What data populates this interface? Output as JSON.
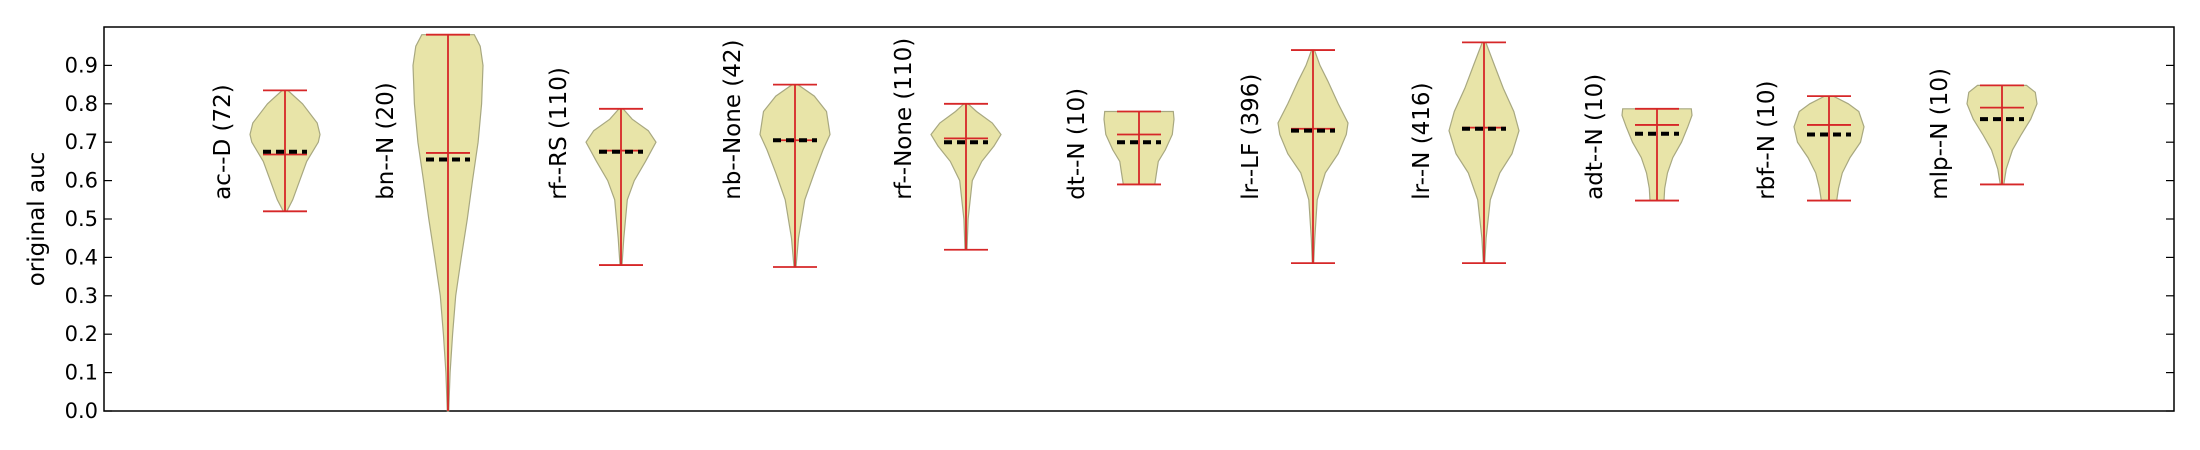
{
  "chart_data": {
    "type": "violin",
    "title": "",
    "xlabel": "",
    "ylabel": "original auc",
    "ylim": [
      0.0,
      1.0
    ],
    "yticks": [
      "0.0",
      "0.1",
      "0.2",
      "0.3",
      "0.4",
      "0.5",
      "0.6",
      "0.7",
      "0.8",
      "0.9"
    ],
    "grid": false,
    "colors": {
      "violin_fill": "#e8e4a8",
      "violin_edge": "#a8a880",
      "whisker": "#d62728",
      "mean_marker": "#000000"
    },
    "categories": [
      "ac--D (72)",
      "bn--N (20)",
      "rf--RS (110)",
      "nb--None (42)",
      "rf--None (110)",
      "dt--N (10)",
      "lr--LF (396)",
      "lr--N (416)",
      "adt--N (10)",
      "rbf--N (10)",
      "mlp--N (10)"
    ],
    "series": [
      {
        "min": 0.52,
        "max": 0.835,
        "median": 0.668,
        "mean": 0.675,
        "profile": [
          [
            0.52,
            0.05
          ],
          [
            0.55,
            0.22
          ],
          [
            0.6,
            0.42
          ],
          [
            0.65,
            0.62
          ],
          [
            0.7,
            0.95
          ],
          [
            0.72,
            1.0
          ],
          [
            0.75,
            0.92
          ],
          [
            0.8,
            0.5
          ],
          [
            0.835,
            0.08
          ]
        ]
      },
      {
        "min": 0.0,
        "max": 0.98,
        "median": 0.672,
        "mean": 0.655,
        "profile": [
          [
            0.0,
            0.02
          ],
          [
            0.1,
            0.06
          ],
          [
            0.2,
            0.13
          ],
          [
            0.3,
            0.22
          ],
          [
            0.4,
            0.38
          ],
          [
            0.5,
            0.55
          ],
          [
            0.6,
            0.7
          ],
          [
            0.7,
            0.86
          ],
          [
            0.8,
            0.96
          ],
          [
            0.9,
            1.0
          ],
          [
            0.95,
            0.92
          ],
          [
            0.98,
            0.75
          ]
        ]
      },
      {
        "min": 0.38,
        "max": 0.787,
        "median": 0.678,
        "mean": 0.675,
        "profile": [
          [
            0.38,
            0.03
          ],
          [
            0.45,
            0.08
          ],
          [
            0.55,
            0.18
          ],
          [
            0.6,
            0.38
          ],
          [
            0.65,
            0.7
          ],
          [
            0.7,
            1.0
          ],
          [
            0.73,
            0.78
          ],
          [
            0.76,
            0.32
          ],
          [
            0.787,
            0.06
          ]
        ]
      },
      {
        "min": 0.375,
        "max": 0.85,
        "median": 0.705,
        "mean": 0.705,
        "profile": [
          [
            0.375,
            0.03
          ],
          [
            0.45,
            0.1
          ],
          [
            0.55,
            0.28
          ],
          [
            0.62,
            0.55
          ],
          [
            0.68,
            0.8
          ],
          [
            0.72,
            1.0
          ],
          [
            0.78,
            0.9
          ],
          [
            0.82,
            0.55
          ],
          [
            0.85,
            0.08
          ]
        ]
      },
      {
        "min": 0.42,
        "max": 0.8,
        "median": 0.71,
        "mean": 0.7,
        "profile": [
          [
            0.42,
            0.03
          ],
          [
            0.5,
            0.06
          ],
          [
            0.6,
            0.18
          ],
          [
            0.65,
            0.45
          ],
          [
            0.69,
            0.8
          ],
          [
            0.72,
            1.0
          ],
          [
            0.75,
            0.75
          ],
          [
            0.78,
            0.3
          ],
          [
            0.8,
            0.06
          ]
        ]
      },
      {
        "min": 0.59,
        "max": 0.78,
        "median": 0.72,
        "mean": 0.7,
        "profile": [
          [
            0.59,
            0.45
          ],
          [
            0.62,
            0.5
          ],
          [
            0.65,
            0.55
          ],
          [
            0.68,
            0.75
          ],
          [
            0.72,
            0.95
          ],
          [
            0.76,
            1.0
          ],
          [
            0.78,
            0.98
          ]
        ]
      },
      {
        "min": 0.385,
        "max": 0.94,
        "median": 0.735,
        "mean": 0.73,
        "profile": [
          [
            0.385,
            0.02
          ],
          [
            0.45,
            0.05
          ],
          [
            0.55,
            0.12
          ],
          [
            0.62,
            0.35
          ],
          [
            0.67,
            0.72
          ],
          [
            0.72,
            0.95
          ],
          [
            0.75,
            1.0
          ],
          [
            0.8,
            0.72
          ],
          [
            0.86,
            0.42
          ],
          [
            0.9,
            0.2
          ],
          [
            0.94,
            0.04
          ]
        ]
      },
      {
        "min": 0.385,
        "max": 0.96,
        "median": 0.738,
        "mean": 0.735,
        "profile": [
          [
            0.385,
            0.02
          ],
          [
            0.45,
            0.06
          ],
          [
            0.55,
            0.18
          ],
          [
            0.62,
            0.45
          ],
          [
            0.67,
            0.8
          ],
          [
            0.73,
            1.0
          ],
          [
            0.78,
            0.85
          ],
          [
            0.84,
            0.55
          ],
          [
            0.9,
            0.3
          ],
          [
            0.96,
            0.05
          ]
        ]
      },
      {
        "min": 0.548,
        "max": 0.787,
        "median": 0.745,
        "mean": 0.722,
        "profile": [
          [
            0.548,
            0.2
          ],
          [
            0.58,
            0.22
          ],
          [
            0.62,
            0.3
          ],
          [
            0.66,
            0.45
          ],
          [
            0.7,
            0.7
          ],
          [
            0.74,
            0.88
          ],
          [
            0.77,
            1.0
          ],
          [
            0.787,
            0.98
          ]
        ]
      },
      {
        "min": 0.548,
        "max": 0.82,
        "median": 0.745,
        "mean": 0.72,
        "profile": [
          [
            0.548,
            0.22
          ],
          [
            0.58,
            0.27
          ],
          [
            0.62,
            0.38
          ],
          [
            0.66,
            0.6
          ],
          [
            0.7,
            0.9
          ],
          [
            0.74,
            1.0
          ],
          [
            0.78,
            0.85
          ],
          [
            0.8,
            0.55
          ],
          [
            0.82,
            0.12
          ]
        ]
      },
      {
        "min": 0.59,
        "max": 0.848,
        "median": 0.79,
        "mean": 0.76,
        "profile": [
          [
            0.59,
            0.05
          ],
          [
            0.63,
            0.12
          ],
          [
            0.68,
            0.3
          ],
          [
            0.72,
            0.55
          ],
          [
            0.76,
            0.82
          ],
          [
            0.8,
            1.0
          ],
          [
            0.83,
            0.95
          ],
          [
            0.848,
            0.7
          ]
        ]
      }
    ]
  }
}
